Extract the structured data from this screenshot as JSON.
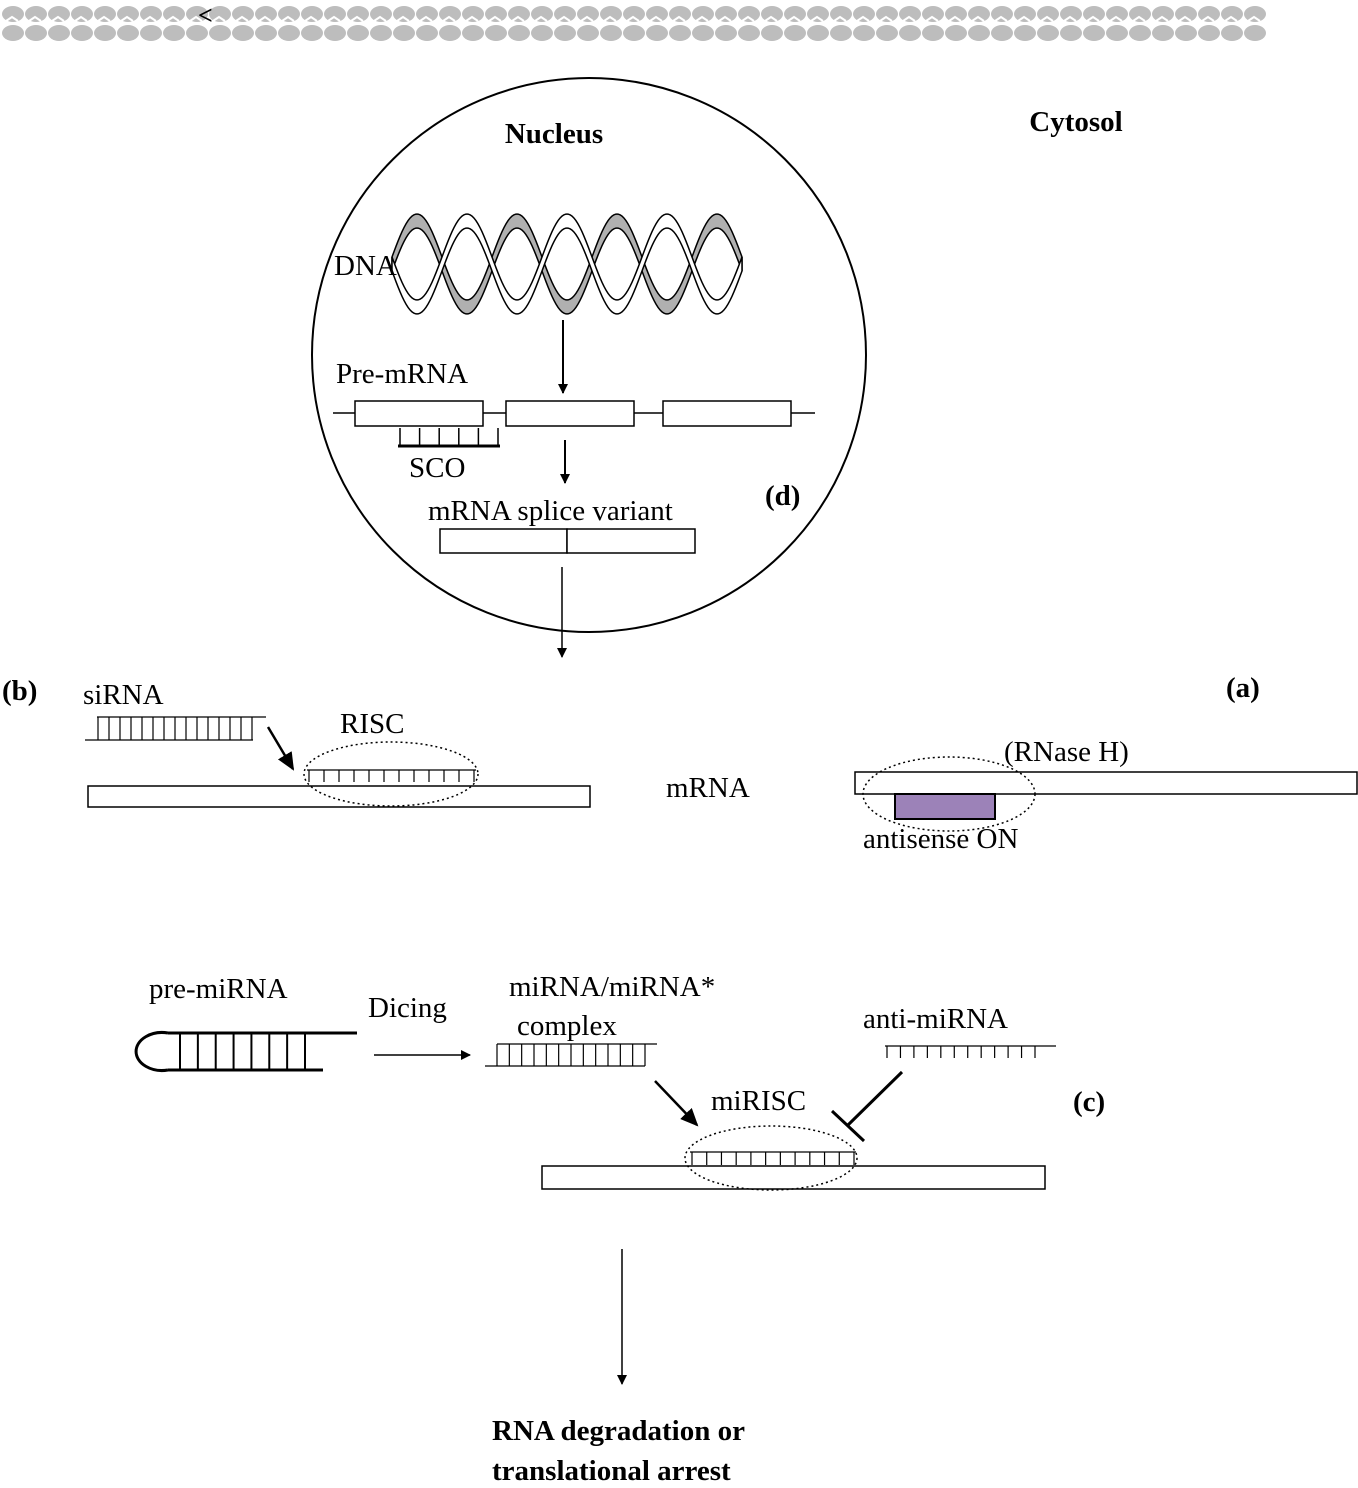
{
  "header_strip": {
    "label": "<"
  },
  "labels": {
    "nucleus": "Nucleus",
    "cytosol": "Cytosol",
    "dna": "DNA",
    "pre_mrna": "Pre-mRNA",
    "sco": "SCO",
    "panel_d": "(d)",
    "splice_variant": "mRNA splice variant",
    "panel_b": "(b)",
    "sirna": "siRNA",
    "risc": "RISC",
    "mrna": "mRNA",
    "panel_a": "(a)",
    "rnase_h": "(RNase H)",
    "antisense_on": "antisense ON",
    "pre_mirna": "pre-miRNA",
    "dicing": "Dicing",
    "mirna_complex_line1": "miRNA/miRNA*",
    "mirna_complex_line2": "complex",
    "anti_mirna": "anti-miRNA",
    "panel_c": "(c)",
    "mirisc": "miRISC",
    "outcome_line1": "RNA degradation or",
    "outcome_line2": "translational arrest"
  },
  "colors": {
    "stroke": "#000000",
    "dna_back_strand": "#b0b0b0",
    "antisense_fill": "#9c82b8",
    "header_strip": "#bdbdbd"
  }
}
